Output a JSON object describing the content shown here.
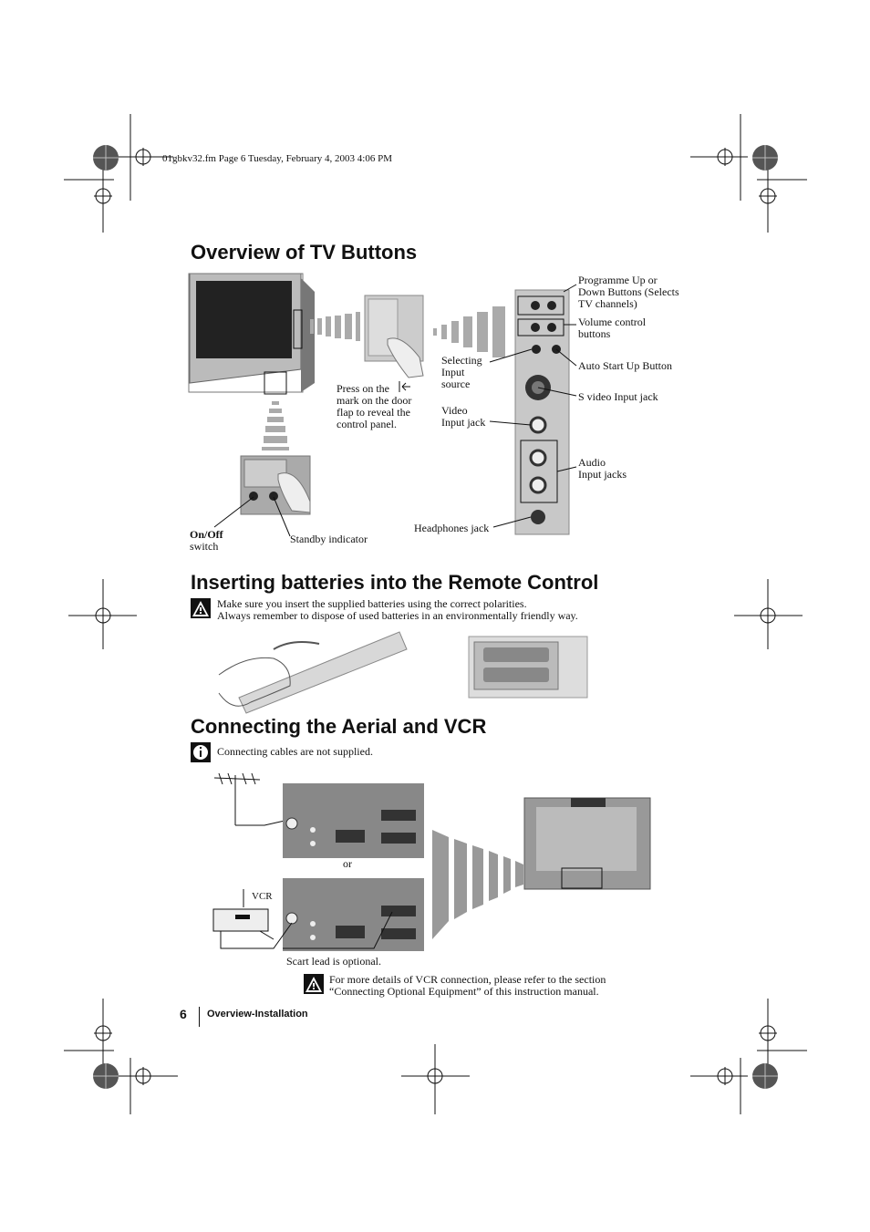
{
  "header": {
    "file_stamp": "01gbkv32.fm  Page 6  Tuesday, February 4, 2003  4:06 PM"
  },
  "sections": {
    "buttons": {
      "title": "Overview of TV Buttons"
    },
    "batteries": {
      "title": "Inserting batteries into the Remote Control",
      "warning_line1": "Make sure you insert the supplied batteries using the correct polarities.",
      "warning_line2": "Always remember to dispose of used batteries in an environmentally friendly way."
    },
    "aerial": {
      "title": "Connecting the Aerial and VCR",
      "info": "Connecting cables are not supplied.",
      "or": "or",
      "vcr": "VCR",
      "scart": "Scart lead is optional.",
      "note_line1": "For more details of VCR connection, please refer to the section",
      "note_line2": "“Connecting Optional Equipment” of this instruction manual."
    }
  },
  "labels": {
    "programme_1": "Programme Up or",
    "programme_2": "Down Buttons (Selects",
    "programme_3": "TV channels)",
    "volume_1": "Volume control",
    "volume_2": "buttons",
    "auto_start": "Auto Start Up Button",
    "s_video": "S video Input jack",
    "audio_1": "Audio",
    "audio_2": "Input jacks",
    "selecting_1": "Selecting",
    "selecting_2": "Input",
    "selecting_3": "source",
    "video_1": "Video",
    "video_2": "Input jack",
    "headphones": "Headphones jack",
    "press_1": "Press on the",
    "press_2": "mark  on the door",
    "press_3": "flap to reveal the",
    "press_4": "control panel.",
    "onoff": "On/Off",
    "switch": "switch",
    "standby": "Standby indicator"
  },
  "footer": {
    "page_number": "6",
    "section": "Overview-Installation"
  },
  "icons": {
    "warning": "warning-icon",
    "info": "info-icon"
  }
}
